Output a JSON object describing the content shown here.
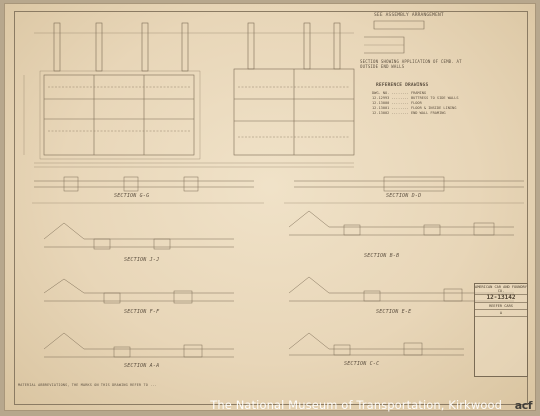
{
  "drawing": {
    "top_note": "SEE ASSEMBLY ARRANGEMENT",
    "section_title": "SECTION SHOWING APPLICATION OF CEMB. AT OUTSIDE END WALLS",
    "reference_title": "REFERENCE DRAWINGS",
    "references": [
      "DWG. NO. ........ FRAMING",
      "12-12993 ........ BUTTRESS TO SIDE WALLS",
      "12-13000 ........ FLOOR",
      "12-13001 ........ FLOOR & INSIDE LINING",
      "12-13002 ........ END WALL FRAMING"
    ],
    "sections": [
      "SECTION G-G",
      "SECTION D-D",
      "SECTION J-J",
      "SECTION B-B",
      "SECTION F-F",
      "SECTION E-E",
      "SECTION A-A",
      "SECTION C-C"
    ],
    "bottom_note": "MATERIAL ABBREVIATIONS, THE MARKS ON THIS DRAWING REFER TO ...",
    "title_block": {
      "company": "AMERICAN CAR AND FOUNDRY CO.",
      "number": "12-13142",
      "desc": "REEFER CARS",
      "sheet": "A"
    }
  },
  "watermark": {
    "text": "The National Museum of Transportation, Kirkwood",
    "logo": "acf"
  }
}
